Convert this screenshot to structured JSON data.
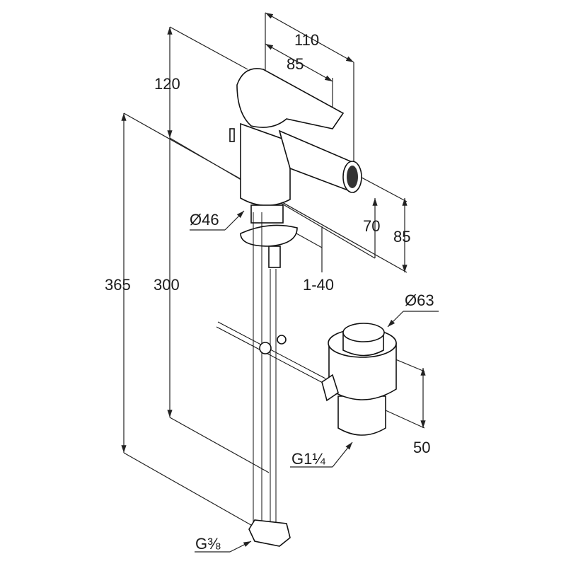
{
  "title": "Bidet mixer dimension drawing",
  "dimensions": {
    "spout_reach_total": "110",
    "spout_reach": "85",
    "lever_height": "120",
    "total_height": "365",
    "hose_length_height": "300",
    "body_diameter": "Ø46",
    "spout_height": "70",
    "spout_height_outer": "85",
    "counter_thickness": "1-40",
    "waste_diameter": "Ø63",
    "waste_height": "50",
    "waste_thread": "G1¼",
    "supply_thread": "G⅜"
  }
}
